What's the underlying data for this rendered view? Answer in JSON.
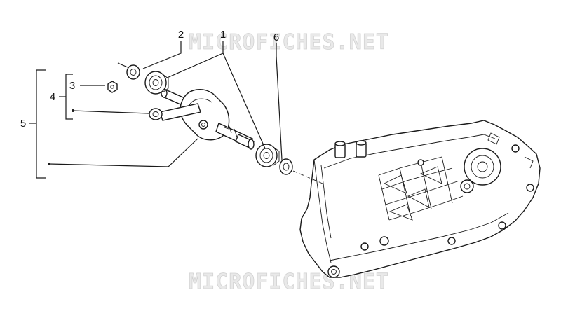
{
  "watermark": {
    "text": "MICROFICHES.NET"
  },
  "callouts": [
    {
      "id": "1",
      "label": "1"
    },
    {
      "id": "2",
      "label": "2"
    },
    {
      "id": "3",
      "label": "3"
    },
    {
      "id": "4",
      "label": "4"
    },
    {
      "id": "5",
      "label": "5"
    },
    {
      "id": "6",
      "label": "6"
    }
  ]
}
